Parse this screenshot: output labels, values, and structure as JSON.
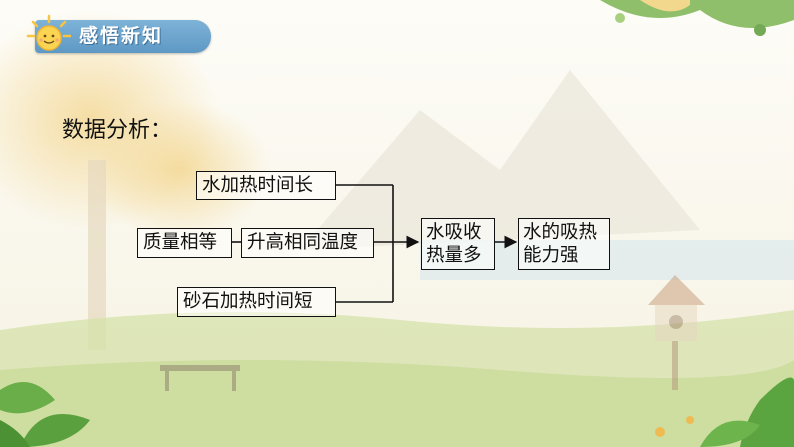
{
  "header": {
    "title": "感悟新知",
    "sun_icon": "sun-icon"
  },
  "section_label": "数据分析：",
  "diagram": {
    "nodes": {
      "water_heat_time": "水加热时间长",
      "equal_mass": "质量相等",
      "same_temp_rise": "升高相同温度",
      "sand_heat_time": "砂石加热时间短",
      "water_absorb_line1": "水吸收",
      "water_absorb_line2": "热量多",
      "water_capacity_line1": "水的吸热",
      "water_capacity_line2": "能力强"
    }
  },
  "colors": {
    "badge": "#6aa3cd",
    "text": "#111111",
    "line": "#111111"
  }
}
